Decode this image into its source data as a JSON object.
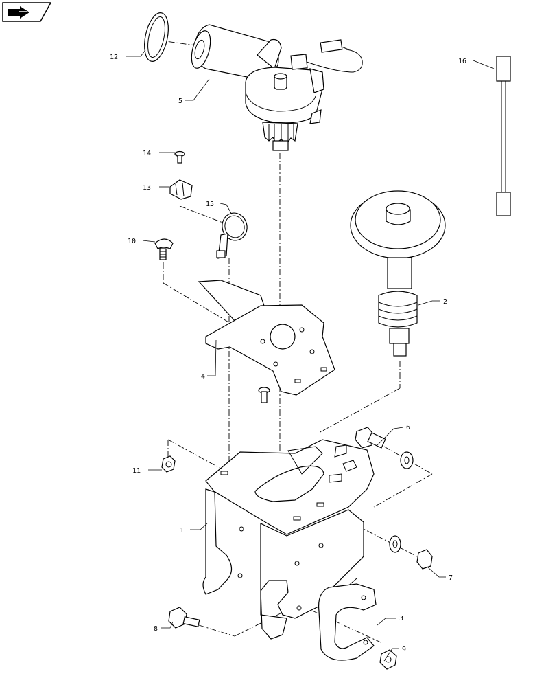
{
  "nav_icon": {
    "name": "return-to-index-icon",
    "border_color": "#000000",
    "fill_color": "#000000"
  },
  "diagram": {
    "line_color": "#000000",
    "background_color": "#ffffff",
    "callouts": [
      {
        "id": "c1",
        "label": "1"
      },
      {
        "id": "c2",
        "label": "2"
      },
      {
        "id": "c3",
        "label": "3"
      },
      {
        "id": "c4",
        "label": "4"
      },
      {
        "id": "c5",
        "label": "5"
      },
      {
        "id": "c6",
        "label": "6"
      },
      {
        "id": "c7",
        "label": "7"
      },
      {
        "id": "c8",
        "label": "8"
      },
      {
        "id": "c9",
        "label": "9"
      },
      {
        "id": "c10",
        "label": "10"
      },
      {
        "id": "c11",
        "label": "11"
      },
      {
        "id": "c12",
        "label": "12"
      },
      {
        "id": "c13",
        "label": "13"
      },
      {
        "id": "c14",
        "label": "14"
      },
      {
        "id": "c15",
        "label": "15"
      },
      {
        "id": "c16",
        "label": "16"
      }
    ]
  }
}
